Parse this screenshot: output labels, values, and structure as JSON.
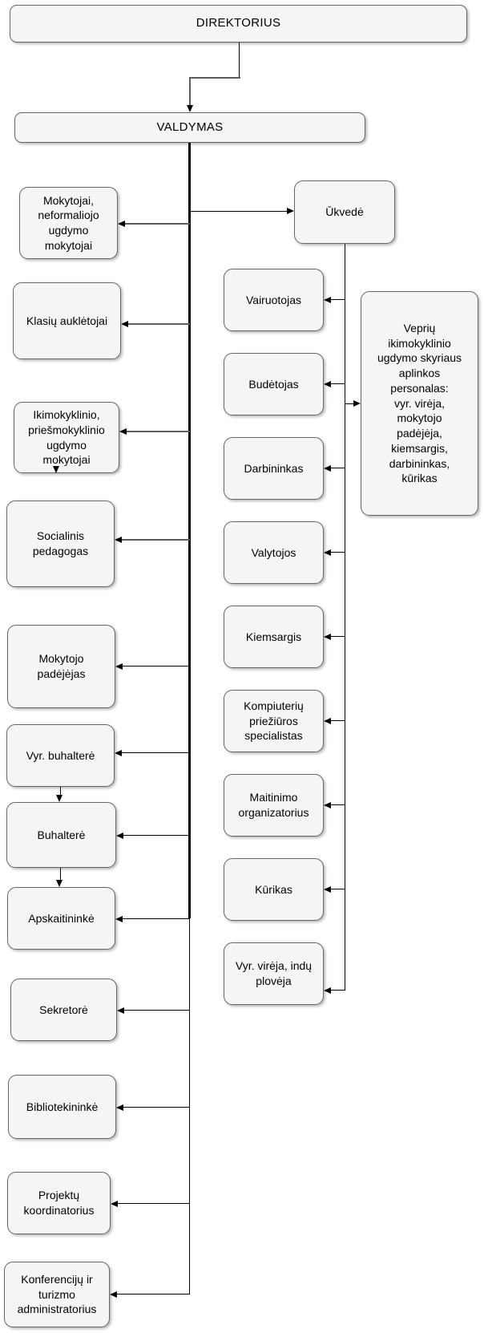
{
  "diagram": {
    "root": {
      "label": "DIREKTORIUS"
    },
    "management": {
      "label": "VALDYMAS"
    },
    "left_column": [
      {
        "label": "Mokytojai,\nneformaliojo\nugdymo\nmokytojai"
      },
      {
        "label": "Klasių auklėtojai"
      },
      {
        "label": "Ikimokyklinio,\npriešmokyklinio\nugdymo\nmokytojai"
      },
      {
        "label": "Socialinis\npedagogas"
      },
      {
        "label": "Mokytojo\npadėjėjas"
      },
      {
        "label": "Vyr. buhalterė"
      },
      {
        "label": "Buhalterė"
      },
      {
        "label": "Apskaitininkė"
      },
      {
        "label": "Sekretorė"
      },
      {
        "label": "Bibliotekininkė"
      },
      {
        "label": "Projektų\nkoordinatorius"
      },
      {
        "label": "Konferencijų ir\nturizmo\nadministratorius"
      }
    ],
    "right_column": {
      "head": {
        "label": "Ūkvedė"
      },
      "subordinates": [
        {
          "label": "Vairuotojas"
        },
        {
          "label": "Budėtojas"
        },
        {
          "label": "Darbininkas"
        },
        {
          "label": "Valytojos"
        },
        {
          "label": "Kiemsargis"
        },
        {
          "label": "Kompiuterių\npriežiūros\nspecialistas"
        },
        {
          "label": "Maitinimo\norganizatorius"
        },
        {
          "label": "Kūrikas"
        },
        {
          "label": "Vyr. virėja, indų\nplovėja"
        }
      ],
      "branch_note": {
        "label": "Veprių\nikimokyklinio\nugdymo skyriaus\naplinkos\npersonalas:\nvyr. virėja,\nmokytojo\npadėjėja,\nkiemsargis,\ndarbininkas,\nkūrikas"
      }
    },
    "colors": {
      "box_fill": "#f5f5f5",
      "box_border": "#666666",
      "connector_black": "#000000",
      "connector_gray": "#5e5e5e"
    }
  }
}
